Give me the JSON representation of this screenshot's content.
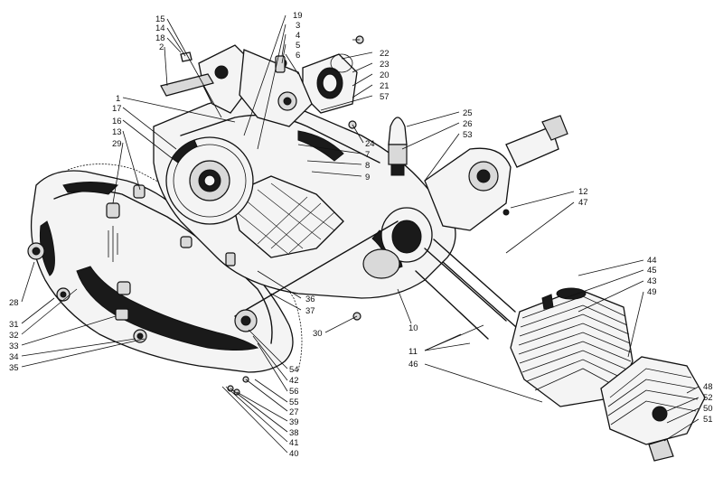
{
  "labels": {
    "l1": "1",
    "l2": "2",
    "l3": "3",
    "l4": "4",
    "l5": "5",
    "l6": "6",
    "l7": "7",
    "l8": "8",
    "l9": "9",
    "l10": "10",
    "l11": "11",
    "l12": "12",
    "l13": "13",
    "l14": "14",
    "l15": "15",
    "l16": "16",
    "l17": "17",
    "l18": "18",
    "l19": "19",
    "l20": "20",
    "l21": "21",
    "l22": "22",
    "l23": "23",
    "l24": "24",
    "l25": "25",
    "l26": "26",
    "l27": "27",
    "l28": "28",
    "l29": "29",
    "l30": "30",
    "l31": "31",
    "l32": "32",
    "l33": "33",
    "l34": "34",
    "l35": "35",
    "l36": "36",
    "l37": "37",
    "l38": "38",
    "l39": "39",
    "l40": "40",
    "l41": "41",
    "l42": "42",
    "l43": "43",
    "l44": "44",
    "l45": "45",
    "l46": "46",
    "l47": "47",
    "l48": "48",
    "l49": "49",
    "l50": "50",
    "l51": "51",
    "l52": "52",
    "l53": "53",
    "l54": "54",
    "l55": "55",
    "l56": "56",
    "l57": "57"
  }
}
